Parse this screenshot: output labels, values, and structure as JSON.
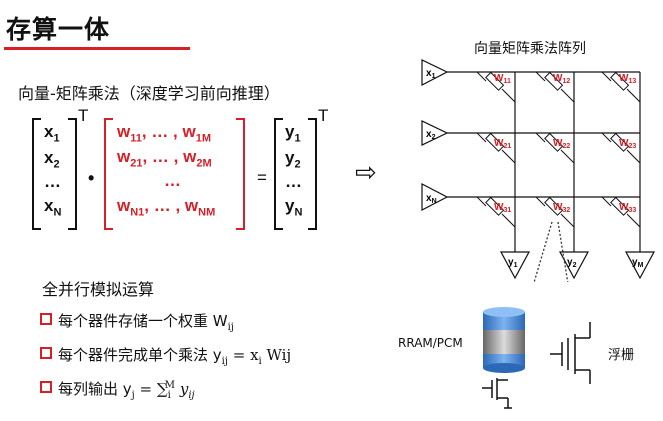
{
  "header": {
    "title": "存算一体"
  },
  "equation": {
    "caption": "向量-矩阵乘法（深度学习前向推理）",
    "x_vector": [
      "x1",
      "x2",
      "…",
      "xN"
    ],
    "x_entries": [
      [
        "x",
        "1"
      ],
      [
        "x",
        "2"
      ],
      [
        "…",
        ""
      ],
      [
        "x",
        "N"
      ]
    ],
    "transpose_mark": "T",
    "dot": "•",
    "equals": "=",
    "w_rows": [
      [
        [
          "w",
          "11"
        ],
        [
          ", … , ",
          ""
        ],
        [
          "w",
          "1M"
        ]
      ],
      [
        [
          "w",
          "21"
        ],
        [
          ", … , ",
          ""
        ],
        [
          "w",
          "2M"
        ]
      ],
      [
        [
          "…",
          ""
        ]
      ],
      [
        [
          "w",
          "N1"
        ],
        [
          ", … , ",
          ""
        ],
        [
          "w",
          "NM"
        ]
      ]
    ],
    "y_entries": [
      [
        "y",
        "1"
      ],
      [
        "y",
        "2"
      ],
      [
        "…",
        ""
      ],
      [
        "y",
        "N"
      ]
    ]
  },
  "arrow": "⇨",
  "array": {
    "title": "向量矩阵乘法阵列",
    "inputs": [
      [
        "x",
        "1"
      ],
      [
        "x",
        "2"
      ],
      [
        "x",
        "N"
      ]
    ],
    "weights": [
      [
        [
          "W",
          "11"
        ],
        [
          "W",
          "12"
        ],
        [
          "W",
          "13"
        ]
      ],
      [
        [
          "W",
          "21"
        ],
        [
          "W",
          "22"
        ],
        [
          "W",
          "23"
        ]
      ],
      [
        [
          "W",
          "31"
        ],
        [
          "W",
          "32"
        ],
        [
          "W",
          "33"
        ]
      ]
    ],
    "outputs": [
      [
        "y",
        "1"
      ],
      [
        "y",
        "2"
      ],
      [
        "y",
        "M"
      ]
    ]
  },
  "analog": {
    "heading": "全并行模拟运算",
    "bullets": [
      "每个器件存储一个权重 W",
      "每个器件完成单个乘法 y",
      "每列输出 y"
    ],
    "bullet1_sub": "ij",
    "bullet2_sub": "ij",
    "bullet2_rhs": "= x",
    "bullet2_rhs_sub": "i",
    "bullet2_tail": "Wij",
    "bullet3_sub": "j",
    "bullet3_rhs": "= ∑",
    "bullet3_sum_sup": "M",
    "bullet3_sum_sub": "i",
    "bullet3_tail": "y",
    "bullet3_tail_sub": "ij"
  },
  "devices": {
    "rram_label": "RRAM/PCM",
    "floating_gate_label": "浮栅"
  },
  "colors": {
    "accent": "#d71f26",
    "cylinder_blue": "#3f86d8"
  }
}
